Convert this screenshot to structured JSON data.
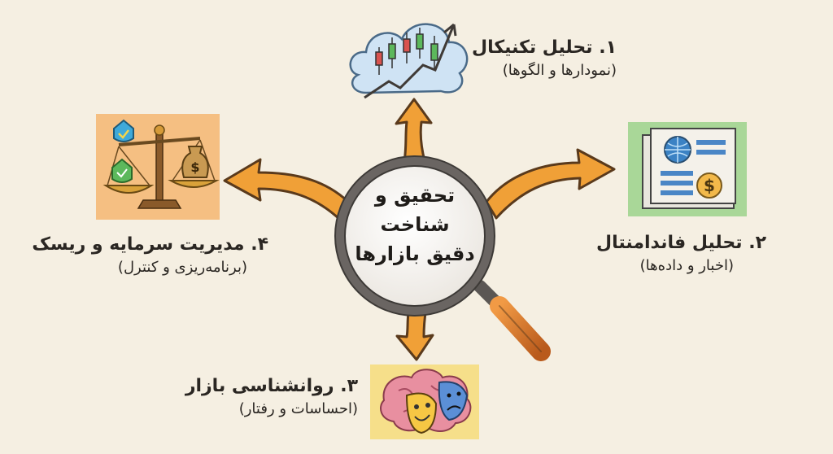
{
  "center": {
    "lines": [
      "تحقیق و",
      "شناخت",
      "دقیق بازارها"
    ]
  },
  "items": [
    {
      "number": "۱.",
      "title": "تحلیل تکنیکال",
      "subtitle": "(نمودارها و الگوها)",
      "icon": "candlestick-chart-cloud-icon"
    },
    {
      "number": "۲.",
      "title": "تحلیل فاندامنتال",
      "subtitle": "(اخبار و داده‌ها)",
      "icon": "newspaper-globe-dollar-icon"
    },
    {
      "number": "۳.",
      "title": "روانشناسی بازار",
      "subtitle": "(احساسات و رفتار)",
      "icon": "brain-theater-masks-icon"
    },
    {
      "number": "۴.",
      "title": "مدیریت سرمایه و ریسک",
      "subtitle": "(برنامه‌ریزی و کنترل)",
      "icon": "balance-scale-shield-moneybag-icon"
    }
  ],
  "icon_labels": {
    "dollar": "$"
  },
  "colors": {
    "background": "#f5efe2",
    "arrow": "#f0a037",
    "arrow_outline": "#5a3a1c",
    "lens_rim": "#5e5a57",
    "handle": "#d9772c",
    "text": "#2a2622"
  }
}
